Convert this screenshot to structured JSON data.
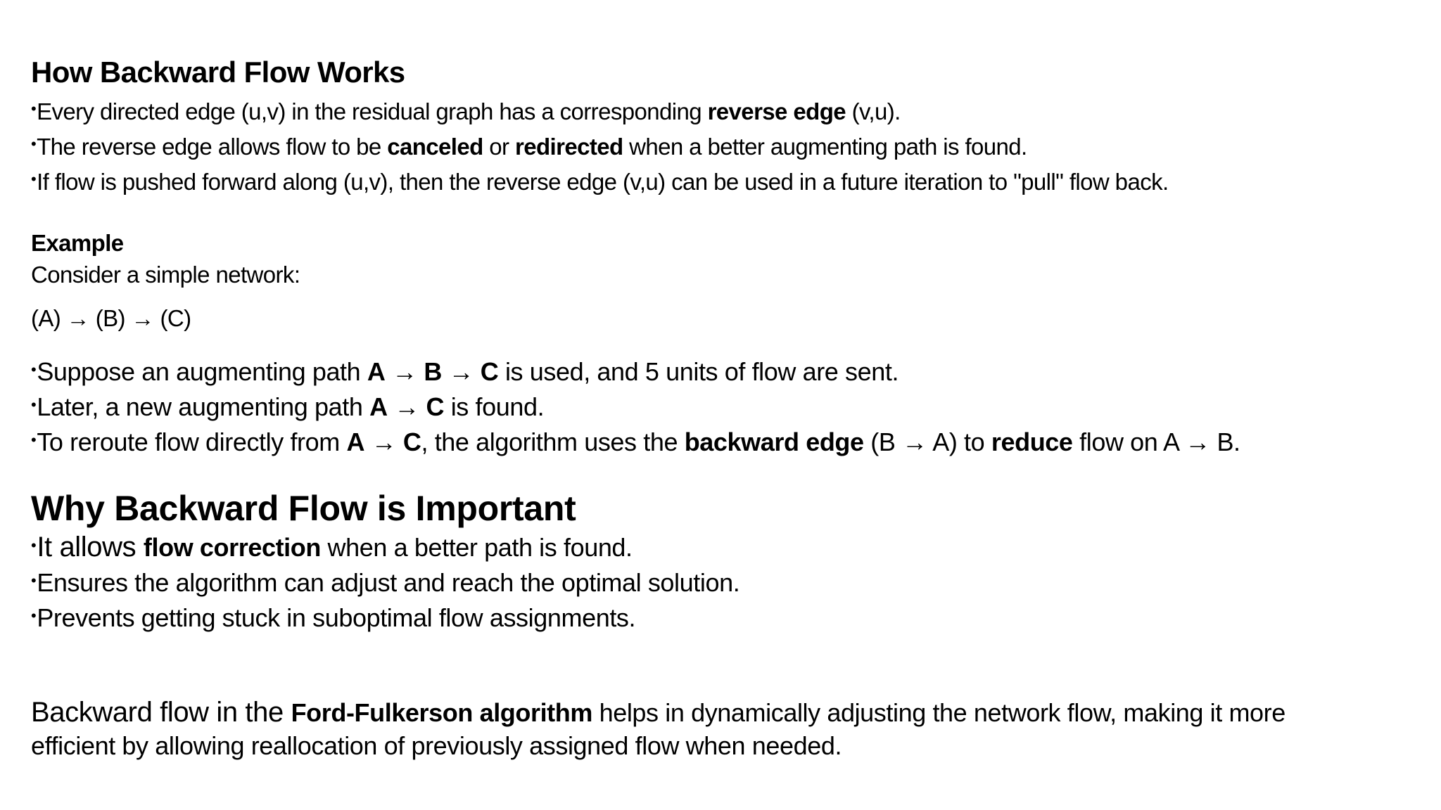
{
  "section1": {
    "title": "How Backward Flow Works",
    "bullets": [
      {
        "pre": "Every directed edge (u,v) in the residual graph has a corresponding ",
        "bold1": "reverse edge",
        "post": " (v,u)."
      },
      {
        "pre": "The reverse edge allows flow to be ",
        "bold1": "canceled",
        "mid": " or ",
        "bold2": "redirected",
        "post": " when a better augmenting path is found."
      },
      {
        "text": "If flow is pushed forward along (u,v), then the reverse edge (v,u) can be used in a future iteration to \"pull\" flow back."
      }
    ]
  },
  "example": {
    "heading": "Example",
    "intro": "Consider a simple network:",
    "network": "(A) → (B) → (C)",
    "bullets": [
      {
        "pre": "Suppose an augmenting path ",
        "bold1": "A",
        "arrow1": " → ",
        "bold2": "B",
        "arrow2": " → ",
        "bold3": "C",
        "post": " is used, and 5 units of flow are sent."
      },
      {
        "pre": "Later, a new augmenting path ",
        "bold1": "A",
        "arrow1": " → ",
        "bold2": "C",
        "post": " is found."
      },
      {
        "pre": "To reroute flow directly from ",
        "bold1": "A",
        "arrow1": " → ",
        "bold2": "C",
        "mid1": ", the algorithm uses the ",
        "bold3": "backward edge",
        "mid2": " (B → A) to ",
        "bold4": "reduce",
        "post": " flow on A → B."
      }
    ]
  },
  "section2": {
    "title": "Why Backward Flow is Important",
    "bullets": [
      {
        "pre": "It allows ",
        "bold1": "flow correction",
        "post": " when a better path is found."
      },
      {
        "text": "Ensures the algorithm can adjust and reach the optimal solution."
      },
      {
        "text": "Prevents getting stuck in suboptimal flow assignments."
      }
    ]
  },
  "conclusion": {
    "pre": "Backward flow in the ",
    "bold1": "Ford-Fulkerson algorithm",
    "post_line1": " helps in dynamically adjusting the network flow, making it more",
    "line2": "efficient by allowing reallocation of previously assigned flow when needed."
  },
  "bullet_glyph": "•",
  "colors": {
    "background": "#ffffff",
    "text": "#000000"
  }
}
